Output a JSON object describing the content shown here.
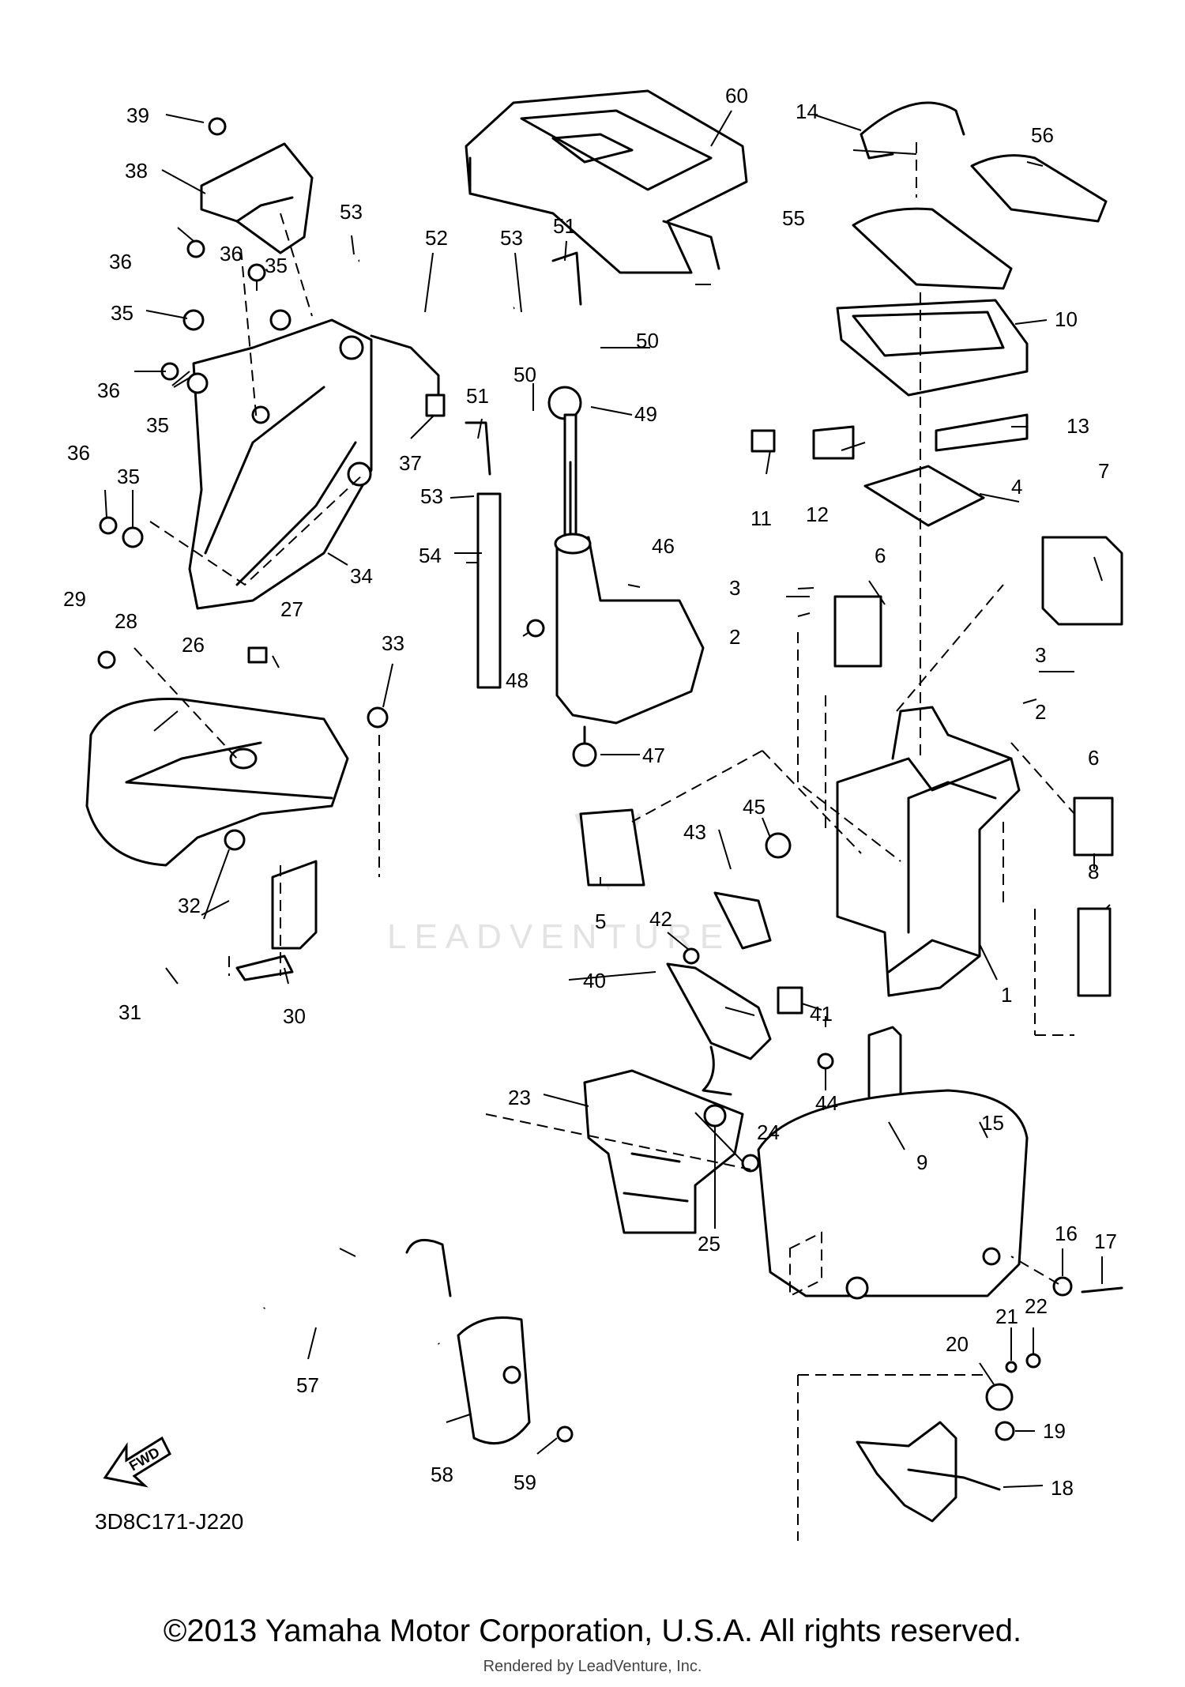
{
  "diagram": {
    "code": "3D8C171-J220",
    "fwd_label": "FWD",
    "watermark": "LEADVENTURE",
    "callouts": {
      "c1": "1",
      "c2a": "2",
      "c2b": "2",
      "c3a": "3",
      "c3b": "3",
      "c4": "4",
      "c5": "5",
      "c6a": "6",
      "c6b": "6",
      "c7": "7",
      "c8": "8",
      "c9": "9",
      "c10": "10",
      "c11": "11",
      "c12": "12",
      "c13": "13",
      "c14": "14",
      "c15": "15",
      "c16": "16",
      "c17": "17",
      "c18": "18",
      "c19": "19",
      "c20": "20",
      "c21": "21",
      "c22": "22",
      "c23": "23",
      "c24": "24",
      "c25": "25",
      "c26": "26",
      "c27": "27",
      "c28": "28",
      "c29": "29",
      "c30": "30",
      "c31": "31",
      "c32": "32",
      "c33": "33",
      "c34": "34",
      "c35a": "35",
      "c35b": "35",
      "c35c": "35",
      "c35d": "35",
      "c36a": "36",
      "c36b": "36",
      "c36c": "36",
      "c36d": "36",
      "c37": "37",
      "c38": "38",
      "c39": "39",
      "c40": "40",
      "c41": "41",
      "c42": "42",
      "c43": "43",
      "c44": "44",
      "c45": "45",
      "c46": "46",
      "c47": "47",
      "c48": "48",
      "c49": "49",
      "c50a": "50",
      "c50b": "50",
      "c51a": "51",
      "c51b": "51",
      "c52": "52",
      "c53a": "53",
      "c53b": "53",
      "c53c": "53",
      "c54": "54",
      "c55": "55",
      "c56": "56",
      "c57": "57",
      "c58": "58",
      "c59": "59",
      "c60": "60"
    }
  },
  "footer": {
    "copyright": "©2013 Yamaha Motor Corporation, U.S.A. All rights reserved.",
    "rendered_by": "Rendered by LeadVenture, Inc."
  }
}
